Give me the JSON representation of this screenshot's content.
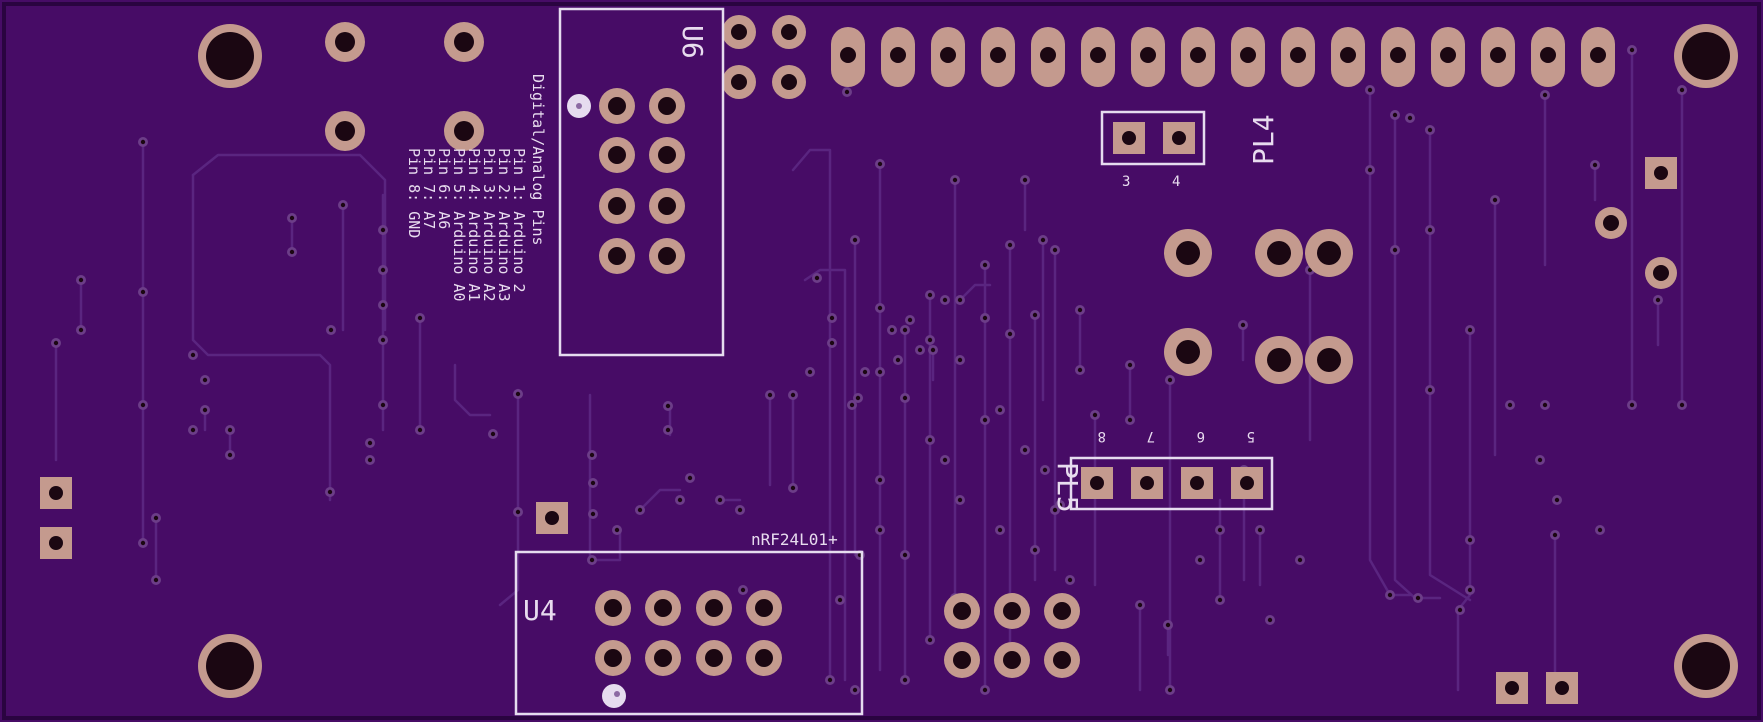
{
  "board": {
    "colors": {
      "substrate": "#470c66",
      "trace": "#5a2580",
      "pad": "#c49a8e",
      "hole": "#1b0712",
      "silk": "#e6dcef",
      "via_ring": "#6c3d88"
    }
  },
  "labels": {
    "u6": "U6",
    "u4": "U4",
    "pl4": "PL4",
    "pl5": "PL5",
    "nrf": "nRF24L01+",
    "pl4_pin3": "3",
    "pl4_pin4": "4",
    "pl5_pin8": "8",
    "pl5_pin7": "7",
    "pl5_pin6": "6",
    "pl5_pin5": "5"
  },
  "pin_notes": {
    "heading": "Digital/Analog Pins",
    "lines": [
      "Pin 1: Arduino 2",
      "Pin 2: Arduino A3",
      "Pin 3: Arduino A2",
      "Pin 4: Arduino A1",
      "Pin 5: Arduino A0",
      "Pin 6: A6",
      "Pin 7: A7",
      "Pin 8: GND"
    ]
  }
}
